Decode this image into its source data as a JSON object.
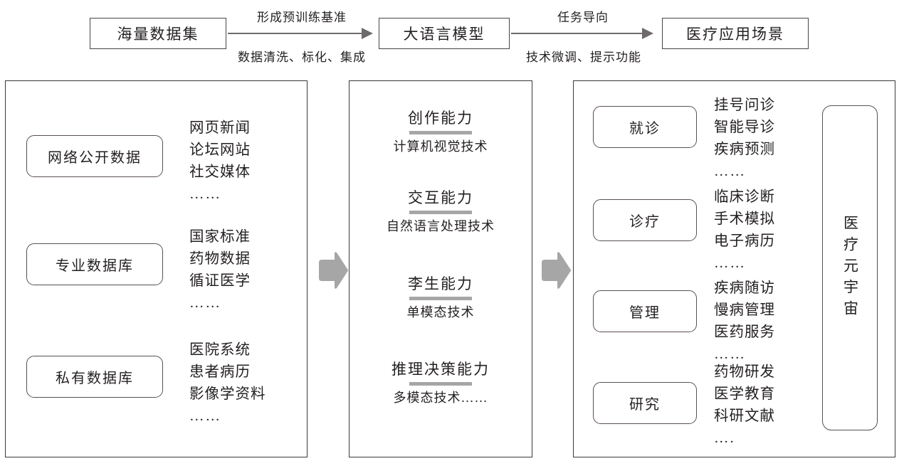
{
  "flow": {
    "nodes": [
      {
        "label": "海量数据集"
      },
      {
        "label": "大语言模型"
      },
      {
        "label": "医疗应用场景"
      }
    ],
    "connectors": [
      {
        "above": "形成预训练基准",
        "below": "数据清洗、标化、集成"
      },
      {
        "above": "任务导向",
        "below": "技术微调、提示功能"
      }
    ]
  },
  "data_panel": {
    "groups": [
      {
        "name": "网络公开数据",
        "items": [
          "网页新闻",
          "论坛网站",
          "社交媒体"
        ],
        "ellipsis": "……"
      },
      {
        "name": "专业数据库",
        "items": [
          "国家标准",
          "药物数据",
          "循证医学"
        ],
        "ellipsis": "……"
      },
      {
        "name": "私有数据库",
        "items": [
          "医院系统",
          "患者病历",
          "影像学资料"
        ],
        "ellipsis": "……"
      }
    ]
  },
  "capability_panel": {
    "capabilities": [
      {
        "title": "创作能力",
        "tech": "计算机视觉技术"
      },
      {
        "title": "交互能力",
        "tech": "自然语言处理技术"
      },
      {
        "title": "李生能力",
        "tech": "单模态技术"
      },
      {
        "title": "推理决策能力",
        "tech": "多模态技术……"
      }
    ]
  },
  "application_panel": {
    "scenarios": [
      {
        "name": "就诊",
        "items": [
          "挂号问诊",
          "智能导诊",
          "疾病预测"
        ],
        "ellipsis": "……"
      },
      {
        "name": "诊疗",
        "items": [
          "临床诊断",
          "手术模拟",
          "电子病历"
        ],
        "ellipsis": "……"
      },
      {
        "name": "管理",
        "items": [
          "疾病随访",
          "慢病管理",
          "医药服务"
        ],
        "ellipsis": "……"
      },
      {
        "name": "研究",
        "items": [
          "药物研发",
          "医学教育",
          "科研文献"
        ],
        "ellipsis": "…."
      }
    ],
    "metaverse": "医疗元宇宙"
  },
  "colors": {
    "stroke": "#3d3738",
    "arrow_gray": "#a6a6a6",
    "rule_gray": "#a6a6a6",
    "text": "#231f20"
  }
}
